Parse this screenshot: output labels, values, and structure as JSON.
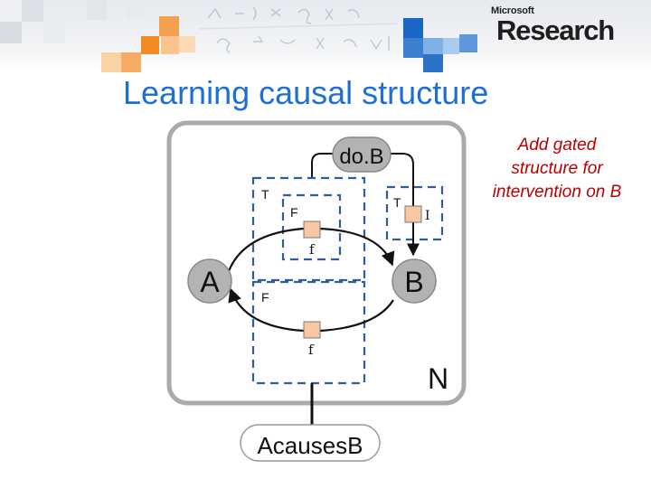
{
  "header": {
    "logo_small": "Microsoft",
    "logo_big": "Research",
    "handwriting": [
      "w1",
      "w2",
      "w3",
      "w4",
      "w5",
      "w6",
      "w7",
      "w8",
      "w9",
      "w10"
    ]
  },
  "slide": {
    "title": "Learning causal structure",
    "note_lines": [
      "Add gated",
      "structure for",
      "intervention on B"
    ]
  },
  "diagram": {
    "node_dob": "do.B",
    "node_a": "A",
    "node_b": "B",
    "node_acausesb": "AcausesB",
    "plate_label": "N",
    "gate_upper_true": "T",
    "gate_upper_false": "F",
    "gate_lower_false": "F",
    "gate_right_true": "T",
    "factor_upper": "f",
    "factor_lower": "f",
    "factor_right": "I"
  },
  "colors": {
    "title": "#1d6fd6",
    "note": "#b80000",
    "factor_fill": "#f7c6a3",
    "node_fill": "#b3b3b3",
    "accent_orange": "#f08a2c",
    "accent_blue": "#1a66c8"
  }
}
